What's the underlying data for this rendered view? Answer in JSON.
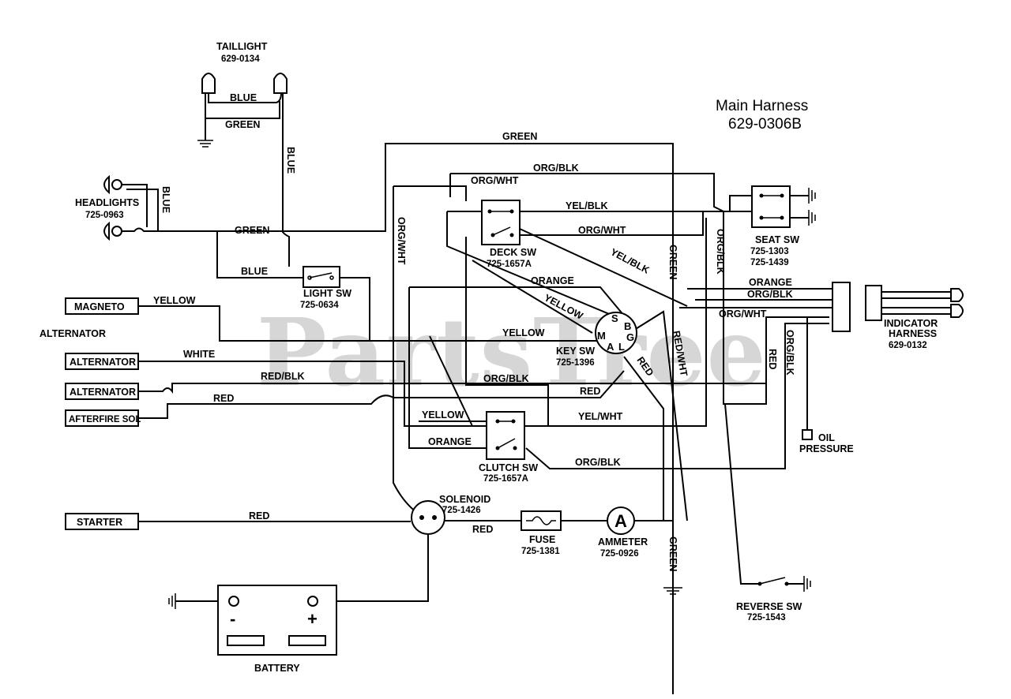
{
  "watermark": "PartsTree",
  "title": {
    "line1": "Main Harness",
    "line2": "629-0306B"
  },
  "components": {
    "taillight": {
      "label": "TAILLIGHT",
      "part": "629-0134"
    },
    "headlights": {
      "label": "HEADLIGHTS",
      "part": "725-0963"
    },
    "light_sw": {
      "label": "LIGHT SW",
      "part": "725-0634"
    },
    "deck_sw": {
      "label": "DECK SW",
      "part": "725-1657A"
    },
    "key_sw": {
      "label": "KEY SW",
      "part": "725-1396"
    },
    "clutch_sw": {
      "label": "CLUTCH SW",
      "part": "725-1657A"
    },
    "seat_sw": {
      "label": "SEAT SW",
      "part1": "725-1303",
      "part2": "725-1439"
    },
    "indicator_harness": {
      "label1": "INDICATOR",
      "label2": "HARNESS",
      "part": "629-0132"
    },
    "solenoid": {
      "label": "SOLENOID",
      "part": "725-1426"
    },
    "fuse": {
      "label": "FUSE",
      "part": "725-1381"
    },
    "ammeter": {
      "label": "AMMETER",
      "part": "725-0926",
      "symbol": "A"
    },
    "reverse_sw": {
      "label": "REVERSE SW",
      "part": "725-1543"
    },
    "oil_pressure": {
      "label1": "OIL",
      "label2": "PRESSURE"
    },
    "battery": {
      "label": "BATTERY",
      "neg": "-",
      "pos": "+"
    },
    "magneto": {
      "label": "MAGNETO"
    },
    "alternator_text": {
      "label": "ALTERNATOR"
    },
    "alternator1": {
      "label": "ALTERNATOR"
    },
    "alternator2": {
      "label": "ALTERNATOR"
    },
    "afterfire": {
      "label": "AFTERFIRE SOL"
    },
    "starter": {
      "label": "STARTER"
    }
  },
  "key_terminals": {
    "s": "S",
    "b": "B",
    "m": "M",
    "g": "G",
    "a": "A",
    "l": "L"
  },
  "wire_labels": {
    "blue_tail": "BLUE",
    "green_tail": "GREEN",
    "blue_vertical": "BLUE",
    "blue_head": "BLUE",
    "green_head": "GREEN",
    "green_top": "GREEN",
    "blue_light": "BLUE",
    "org_blk_top": "ORG/BLK",
    "org_wht_top": "ORG/WHT",
    "org_wht_vert": "ORG/WHT",
    "yel_blk_top": "YEL/BLK",
    "org_wht_mid": "ORG/WHT",
    "yel_blk_diag": "YEL/BLK",
    "green_vert": "GREEN",
    "org_blk_vert": "ORG/BLK",
    "orange_top": "ORANGE",
    "orange_right": "ORANGE",
    "org_blk_right": "ORG/BLK",
    "org_wht_right": "ORG/WHT",
    "yellow_magneto": "YELLOW",
    "yellow_diag": "YELLOW",
    "yellow_mid": "YELLOW",
    "white_alt": "WHITE",
    "red_blk_alt": "RED/BLK",
    "red_alt": "RED",
    "org_blk_mid": "ORG/BLK",
    "red_mid": "RED",
    "red_wht_vert": "RED/WHT",
    "red_diag": "RED",
    "red_right_vert": "RED",
    "org_blk_right_vert": "ORG/BLK",
    "yellow_clutch": "YELLOW",
    "orange_clutch": "ORANGE",
    "yel_wht": "YEL/WHT",
    "org_blk_clutch": "ORG/BLK",
    "red_starter": "RED",
    "red_fuse": "RED",
    "green_bottom": "GREEN"
  }
}
